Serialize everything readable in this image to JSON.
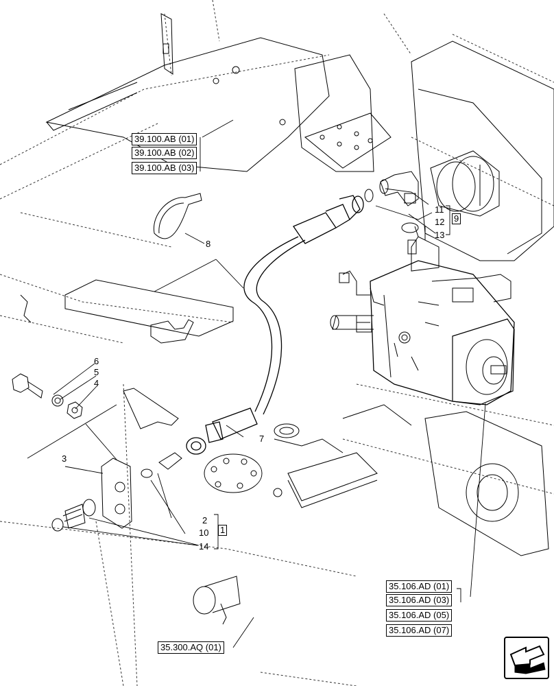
{
  "references": {
    "r39_01": "39.100.AB (01)",
    "r39_02": "39.100.AB (02)",
    "r39_03": "39.100.AB (03)",
    "r35106_01": "35.106.AD (01)",
    "r35106_03": "35.106.AD (03)",
    "r35106_05": "35.106.AD (05)",
    "r35106_07": "35.106.AD (07)",
    "r35300_01": "35.300.AQ (01)"
  },
  "callouts": {
    "c1": "1",
    "c2": "2",
    "c3": "3",
    "c4": "4",
    "c5": "5",
    "c6": "6",
    "c7": "7",
    "c8": "8",
    "c9": "9",
    "c10": "10",
    "c11": "11",
    "c12": "12",
    "c13": "13",
    "c14": "14"
  },
  "icons": {
    "nav": "next-page-arrow-icon"
  }
}
